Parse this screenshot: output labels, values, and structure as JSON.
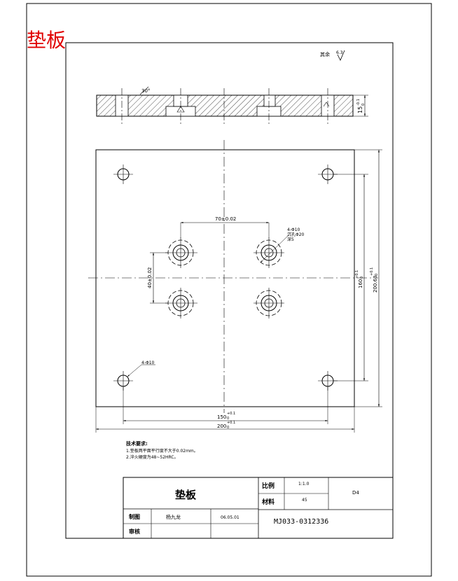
{
  "header_title": "垫板",
  "surface_note": "其余",
  "surface_symbol": "6.3",
  "section_view": {
    "chamfer_label": "30°",
    "thickness_label": "15",
    "thickness_tol_upper": "-0.1",
    "thickness_tol_lower": "0"
  },
  "plan_view": {
    "dim_bolt_spacing_x": "70±0.02",
    "dim_bolt_spacing_y": "40±0.02",
    "dim_inner_width": "150",
    "dim_inner_width_tol_upper": "+0.1",
    "dim_inner_width_tol_lower": "0",
    "dim_outer_width": "200",
    "dim_outer_width_tol_upper": "+0.1",
    "dim_outer_width_tol_lower": "0",
    "dim_inner_height": "160",
    "dim_inner_height_tol_upper": "+0.1",
    "dim_inner_height_tol_lower": "0",
    "dim_outer_height": "200.63",
    "dim_outer_height_tol_upper": "+0.1",
    "dim_outer_height_tol_lower": "0",
    "callout_bolt_holes": [
      "4-Φ10",
      "沉孔Φ20",
      "深5"
    ],
    "callout_corner_holes": "4-Φ10"
  },
  "tech_notes": {
    "heading": "技术要求:",
    "items": [
      "1.垫板两平面平行度不大于0.02mm。",
      "2.淬火硬度为48~52HRC。"
    ]
  },
  "title_block": {
    "part_name": "垫板",
    "scale_label": "比例",
    "scale_value": "1:1.0",
    "material_label": "材料",
    "material_value": "45",
    "sheet_code": "D4",
    "drawn_label": "制图",
    "drawn_by": "杨九龙",
    "date": "06.05.01",
    "check_label": "审核",
    "drawing_number": "MJ033-0312336"
  }
}
